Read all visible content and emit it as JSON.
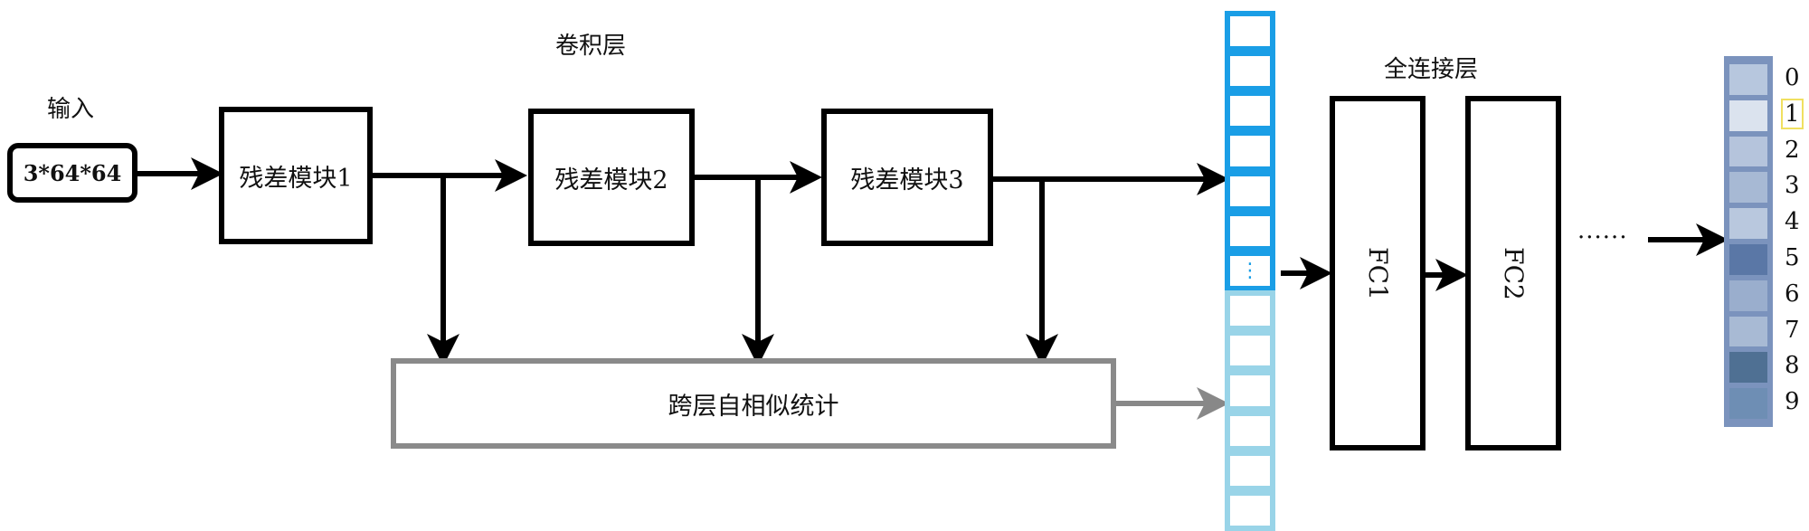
{
  "labels": {
    "input_title": "输入",
    "conv_title": "卷积层",
    "fc_title": "全连接层"
  },
  "input_box": "3*64*64",
  "blocks": [
    "残差模块1",
    "残差模块2",
    "残差模块3"
  ],
  "stat_box": "跨层自相似统计",
  "feature_vector": {
    "ellipsis": "⋮",
    "color_top": "#1a9ee6",
    "color_bottom": "#99d4e8"
  },
  "fc": [
    "FC1",
    "FC2"
  ],
  "fc_ellipsis": "······",
  "output": {
    "classes": [
      "0",
      "1",
      "2",
      "3",
      "4",
      "5",
      "6",
      "7",
      "8",
      "9"
    ],
    "highlighted": "1",
    "frame_color": "#7b93bd",
    "cell_colors": [
      "#b7c7de",
      "#dbe3ee",
      "#b5c4dc",
      "#a7b9d4",
      "#b9c8de",
      "#5a77a6",
      "#9aaecd",
      "#a8bad4",
      "#4f7093",
      "#6e8eb4"
    ]
  }
}
